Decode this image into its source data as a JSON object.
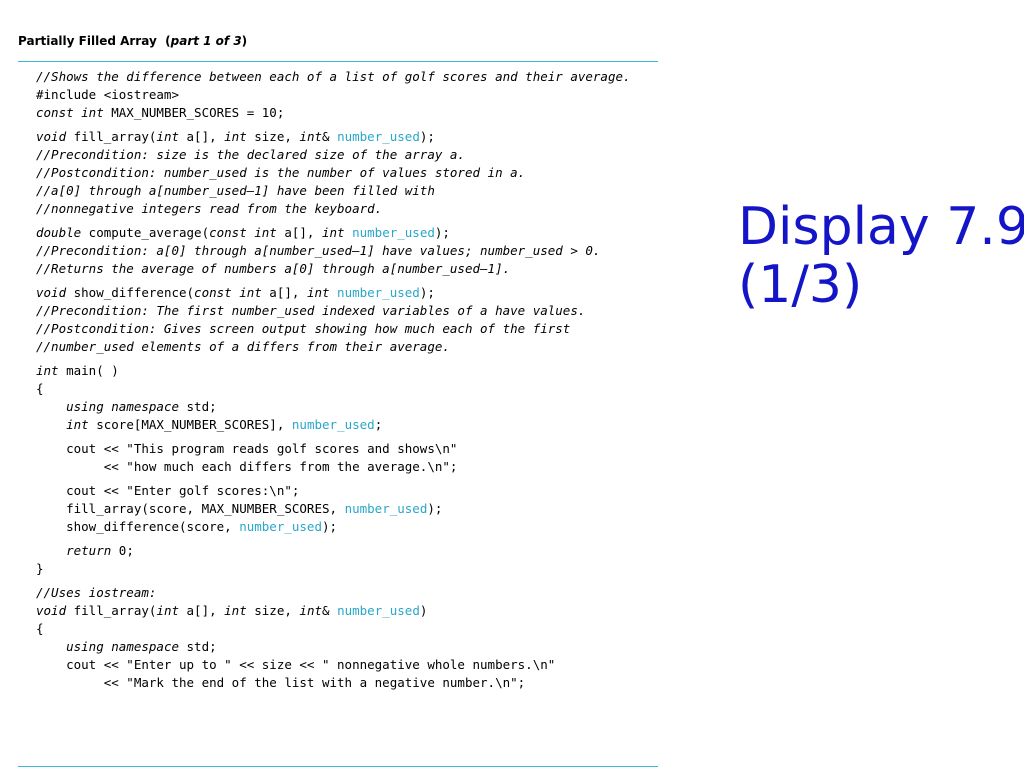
{
  "header": {
    "title_bold": "Partially Filled Array  (",
    "title_italic": "part 1 of 3",
    "title_close": ")"
  },
  "caption": {
    "line1": "Display 7.9",
    "line2": "(1/3)"
  },
  "colors": {
    "rule": "#3fb7d6",
    "identifier_highlight": "#2aa7c9",
    "caption": "#1515c8"
  },
  "code_lines": [
    [
      {
        "t": "//Shows the difference between each of a list of golf scores and their average.",
        "s": "it"
      }
    ],
    [
      {
        "t": "#include <iostream>"
      }
    ],
    [
      {
        "t": "const int",
        "s": "it"
      },
      {
        "t": " MAX_NUMBER_SCORES = 10;"
      }
    ],
    "gap",
    [
      {
        "t": "void",
        "s": "it"
      },
      {
        "t": " fill_array("
      },
      {
        "t": "int",
        "s": "it"
      },
      {
        "t": " a[], "
      },
      {
        "t": "int",
        "s": "it"
      },
      {
        "t": " size, "
      },
      {
        "t": "int",
        "s": "it"
      },
      {
        "t": "& "
      },
      {
        "t": "number_used",
        "s": "hl"
      },
      {
        "t": ");"
      }
    ],
    [
      {
        "t": "//Precondition: size is the declared size of the array a.",
        "s": "it"
      }
    ],
    [
      {
        "t": "//Postcondition: number_used is the number of values stored in a.",
        "s": "it"
      }
    ],
    [
      {
        "t": "//a[0] through a[number_used–1] have been filled with",
        "s": "it"
      }
    ],
    [
      {
        "t": "//nonnegative integers read from the keyboard.",
        "s": "it"
      }
    ],
    "gap",
    [
      {
        "t": "double",
        "s": "it"
      },
      {
        "t": " compute_average("
      },
      {
        "t": "const int",
        "s": "it"
      },
      {
        "t": " a[], "
      },
      {
        "t": "int",
        "s": "it"
      },
      {
        "t": " "
      },
      {
        "t": "number_used",
        "s": "hl"
      },
      {
        "t": ");"
      }
    ],
    [
      {
        "t": "//Precondition: a[0] through a[number_used–1] have values; number_used > 0.",
        "s": "it"
      }
    ],
    [
      {
        "t": "//Returns the average of numbers a[0] through a[number_used–1].",
        "s": "it"
      }
    ],
    "gap",
    [
      {
        "t": "void",
        "s": "it"
      },
      {
        "t": " show_difference("
      },
      {
        "t": "const int",
        "s": "it"
      },
      {
        "t": " a[], "
      },
      {
        "t": "int",
        "s": "it"
      },
      {
        "t": " "
      },
      {
        "t": "number_used",
        "s": "hl"
      },
      {
        "t": ");"
      }
    ],
    [
      {
        "t": "//Precondition: The first number_used indexed variables of a have values.",
        "s": "it"
      }
    ],
    [
      {
        "t": "//Postcondition: Gives screen output showing how much each of the first",
        "s": "it"
      }
    ],
    [
      {
        "t": "//number_used elements of a differs from their average.",
        "s": "it"
      }
    ],
    "gap",
    [
      {
        "t": "int",
        "s": "it"
      },
      {
        "t": " main( )"
      }
    ],
    [
      {
        "t": "{"
      }
    ],
    [
      {
        "t": "    "
      },
      {
        "t": "using namespace",
        "s": "it"
      },
      {
        "t": " std;"
      }
    ],
    [
      {
        "t": "    "
      },
      {
        "t": "int",
        "s": "it"
      },
      {
        "t": " score[MAX_NUMBER_SCORES], "
      },
      {
        "t": "number_used",
        "s": "hl"
      },
      {
        "t": ";"
      }
    ],
    "gap",
    [
      {
        "t": "    cout << \"This program reads golf scores and shows\\n\""
      }
    ],
    [
      {
        "t": "         << \"how much each differs from the average.\\n\";"
      }
    ],
    "gap",
    [
      {
        "t": "    cout << \"Enter golf scores:\\n\";"
      }
    ],
    [
      {
        "t": "    fill_array(score, MAX_NUMBER_SCORES, "
      },
      {
        "t": "number_used",
        "s": "hl"
      },
      {
        "t": ");"
      }
    ],
    [
      {
        "t": "    show_difference(score, "
      },
      {
        "t": "number_used",
        "s": "hl"
      },
      {
        "t": ");"
      }
    ],
    "gap",
    [
      {
        "t": "    "
      },
      {
        "t": "return",
        "s": "it"
      },
      {
        "t": " 0;"
      }
    ],
    [
      {
        "t": "}"
      }
    ],
    "gap",
    [
      {
        "t": "//Uses iostream:",
        "s": "it"
      }
    ],
    [
      {
        "t": "void",
        "s": "it"
      },
      {
        "t": " fill_array("
      },
      {
        "t": "int",
        "s": "it"
      },
      {
        "t": " a[], "
      },
      {
        "t": "int",
        "s": "it"
      },
      {
        "t": " size, "
      },
      {
        "t": "int",
        "s": "it"
      },
      {
        "t": "& "
      },
      {
        "t": "number_used",
        "s": "hl"
      },
      {
        "t": ")"
      }
    ],
    [
      {
        "t": "{"
      }
    ],
    [
      {
        "t": "    "
      },
      {
        "t": "using namespace",
        "s": "it"
      },
      {
        "t": " std;"
      }
    ],
    [
      {
        "t": "    cout << \"Enter up to \" << size << \" nonnegative whole numbers.\\n\""
      }
    ],
    [
      {
        "t": "         << \"Mark the end of the list with a negative number.\\n\";"
      }
    ]
  ]
}
